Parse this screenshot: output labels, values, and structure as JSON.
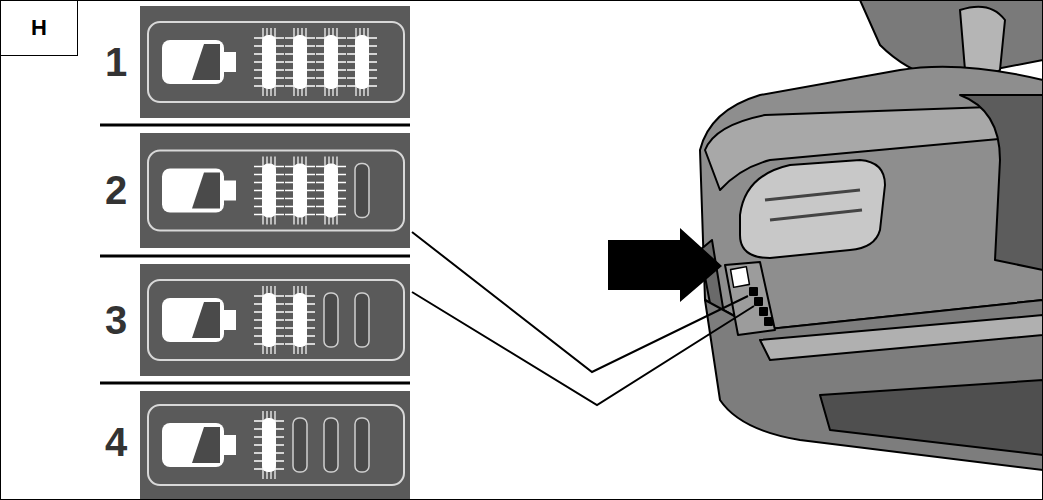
{
  "diagram": {
    "labels": [
      "H",
      "1",
      "2",
      "3",
      "4"
    ]
  }
}
